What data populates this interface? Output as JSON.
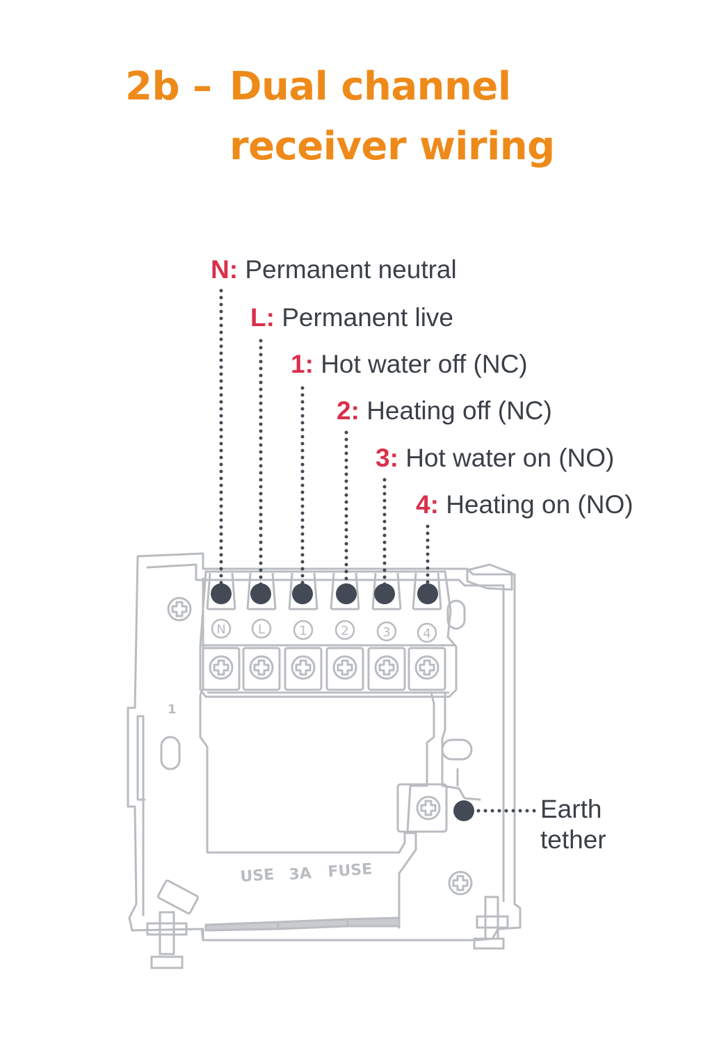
{
  "title": {
    "prefix": "2b –",
    "line1": "Dual channel",
    "line2": "receiver wiring"
  },
  "colors": {
    "title": "#ee8a1a",
    "terminal_code": "#d9304b",
    "text": "#3b4048",
    "outline": "#b9bcc0",
    "dot": "#434a55"
  },
  "terminals": [
    {
      "code": "N:",
      "description": "Permanent neutral",
      "marking": "N"
    },
    {
      "code": "L:",
      "description": "Permanent live",
      "marking": "L"
    },
    {
      "code": "1:",
      "description": "Hot water off (NC)",
      "marking": "1"
    },
    {
      "code": "2:",
      "description": "Heating off (NC)",
      "marking": "2"
    },
    {
      "code": "3:",
      "description": "Hot water on (NO)",
      "marking": "3"
    },
    {
      "code": "4:",
      "description": "Heating on (NO)",
      "marking": "4"
    }
  ],
  "earth": {
    "line1": "Earth",
    "line2": "tether"
  },
  "plate_text": {
    "side_number": "1",
    "fuse": [
      "USE",
      "3A",
      "FUSE"
    ]
  }
}
